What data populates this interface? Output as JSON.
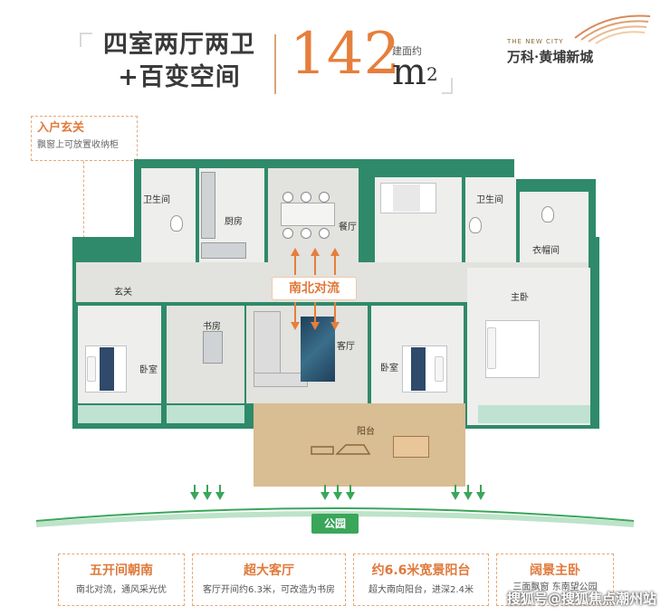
{
  "header": {
    "title_line1": "四室两厅两卫",
    "title_line2": "+百变空间",
    "area_value": "142",
    "area_label": "建面约",
    "area_unit": "m",
    "area_unit_sup": "2"
  },
  "logo": {
    "en": "THE NEW CITY",
    "cn": "万科·黄埔新城"
  },
  "callout_entry": {
    "title": "入户玄关",
    "subtitle": "飘窗上可放置收纳柜"
  },
  "rooms": {
    "bath_left": "卫生间",
    "kitchen": "厨房",
    "dining": "餐厅",
    "bath_right": "卫生间",
    "closet": "衣帽间",
    "foyer": "玄关",
    "master": "主卧",
    "study": "书房",
    "living": "客厅",
    "bedroom_left": "卧室",
    "bedroom_mid": "卧室",
    "balcony": "阳台"
  },
  "flow_badge": "南北对流",
  "park_label": "公园",
  "features": [
    {
      "title": "五开间朝南",
      "line1": "南北对流，通风采光优"
    },
    {
      "title": "超大客厅",
      "line1": "客厅开间约6.3米，可改造为书房"
    },
    {
      "title": "约6.6米宽景阳台",
      "line1": "超大南向阳台，进深2.4米"
    },
    {
      "title": "阔景主卧",
      "line1": "三面飘窗 东南望公园"
    }
  ],
  "watermark": "搜狐号@搜狐焦点潮州站",
  "colors": {
    "accent": "#e67e3c",
    "wall": "#2e8a6a",
    "park_green": "#3aa65a"
  }
}
